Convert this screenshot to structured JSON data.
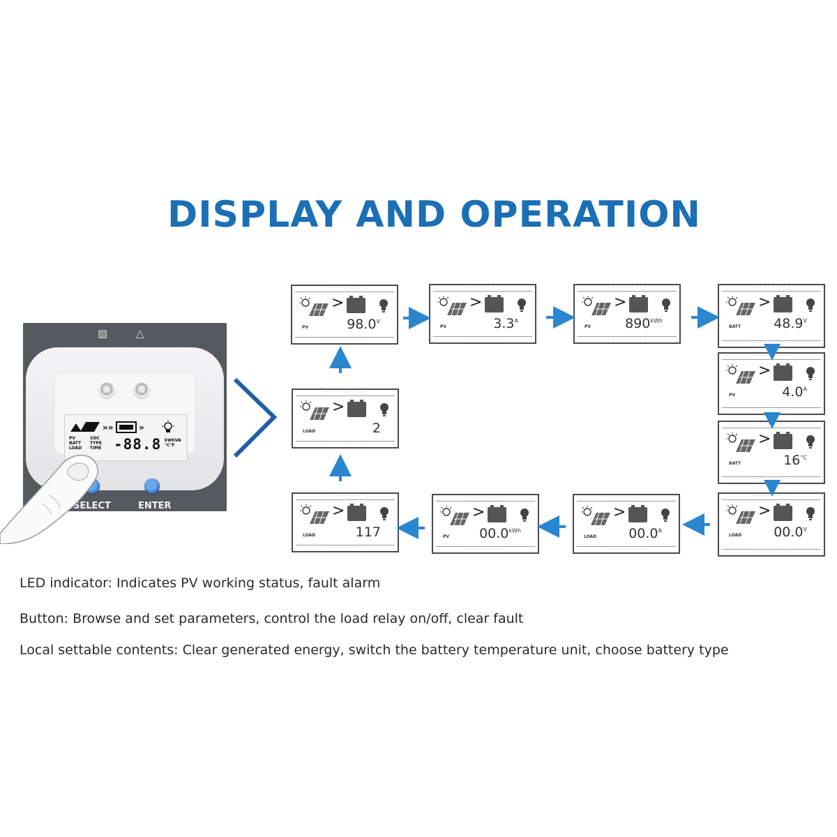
{
  "title": "DISPLAY AND OPERATION",
  "device": {
    "lcd_digits": "-88.8",
    "lcd_left_labels": [
      "PV",
      "BATT",
      "LOAD"
    ],
    "lcd_mid_labels": [
      "SOC",
      "TYPE",
      "TIME"
    ],
    "lcd_units": [
      "kWhVA",
      "°C°F"
    ],
    "select_label": "SELECT",
    "enter_label": "ENTER"
  },
  "screens": [
    {
      "id": "s1",
      "label": "PV",
      "value": "98.0",
      "unit": "V"
    },
    {
      "id": "s2",
      "label": "PV",
      "value": "3.3",
      "unit": "A"
    },
    {
      "id": "s3",
      "label": "PV",
      "value": "890",
      "unit": "kWh"
    },
    {
      "id": "s4",
      "label": "BATT",
      "value": "48.9",
      "unit": "V"
    },
    {
      "id": "s5",
      "label": "PV",
      "value": "4.0",
      "unit": "A"
    },
    {
      "id": "s6",
      "label": "BATT",
      "value": "16",
      "unit": "°C"
    },
    {
      "id": "s7",
      "label": "LOAD",
      "value": "00.0",
      "unit": "V"
    },
    {
      "id": "s8",
      "label": "LOAD",
      "value": "00.0",
      "unit": "A"
    },
    {
      "id": "s9",
      "label": "PV",
      "value": "00.0",
      "unit": "kWh"
    },
    {
      "id": "s10",
      "label": "LOAD",
      "value": "117",
      "unit": ""
    },
    {
      "id": "s11",
      "label": "LOAD",
      "value": "2",
      "unit": ""
    }
  ],
  "notes": {
    "led": "LED indicator: Indicates PV working status, fault alarm",
    "button": "Button: Browse and set parameters, control the load relay on/off, clear fault",
    "settable": "Local settable contents: Clear generated energy, switch the battery temperature unit, choose battery type"
  },
  "colors": {
    "accent": "#1a6fb5",
    "arrow": "#2a86cf",
    "device_body": "#555a60",
    "button": "#3b7fd0"
  }
}
